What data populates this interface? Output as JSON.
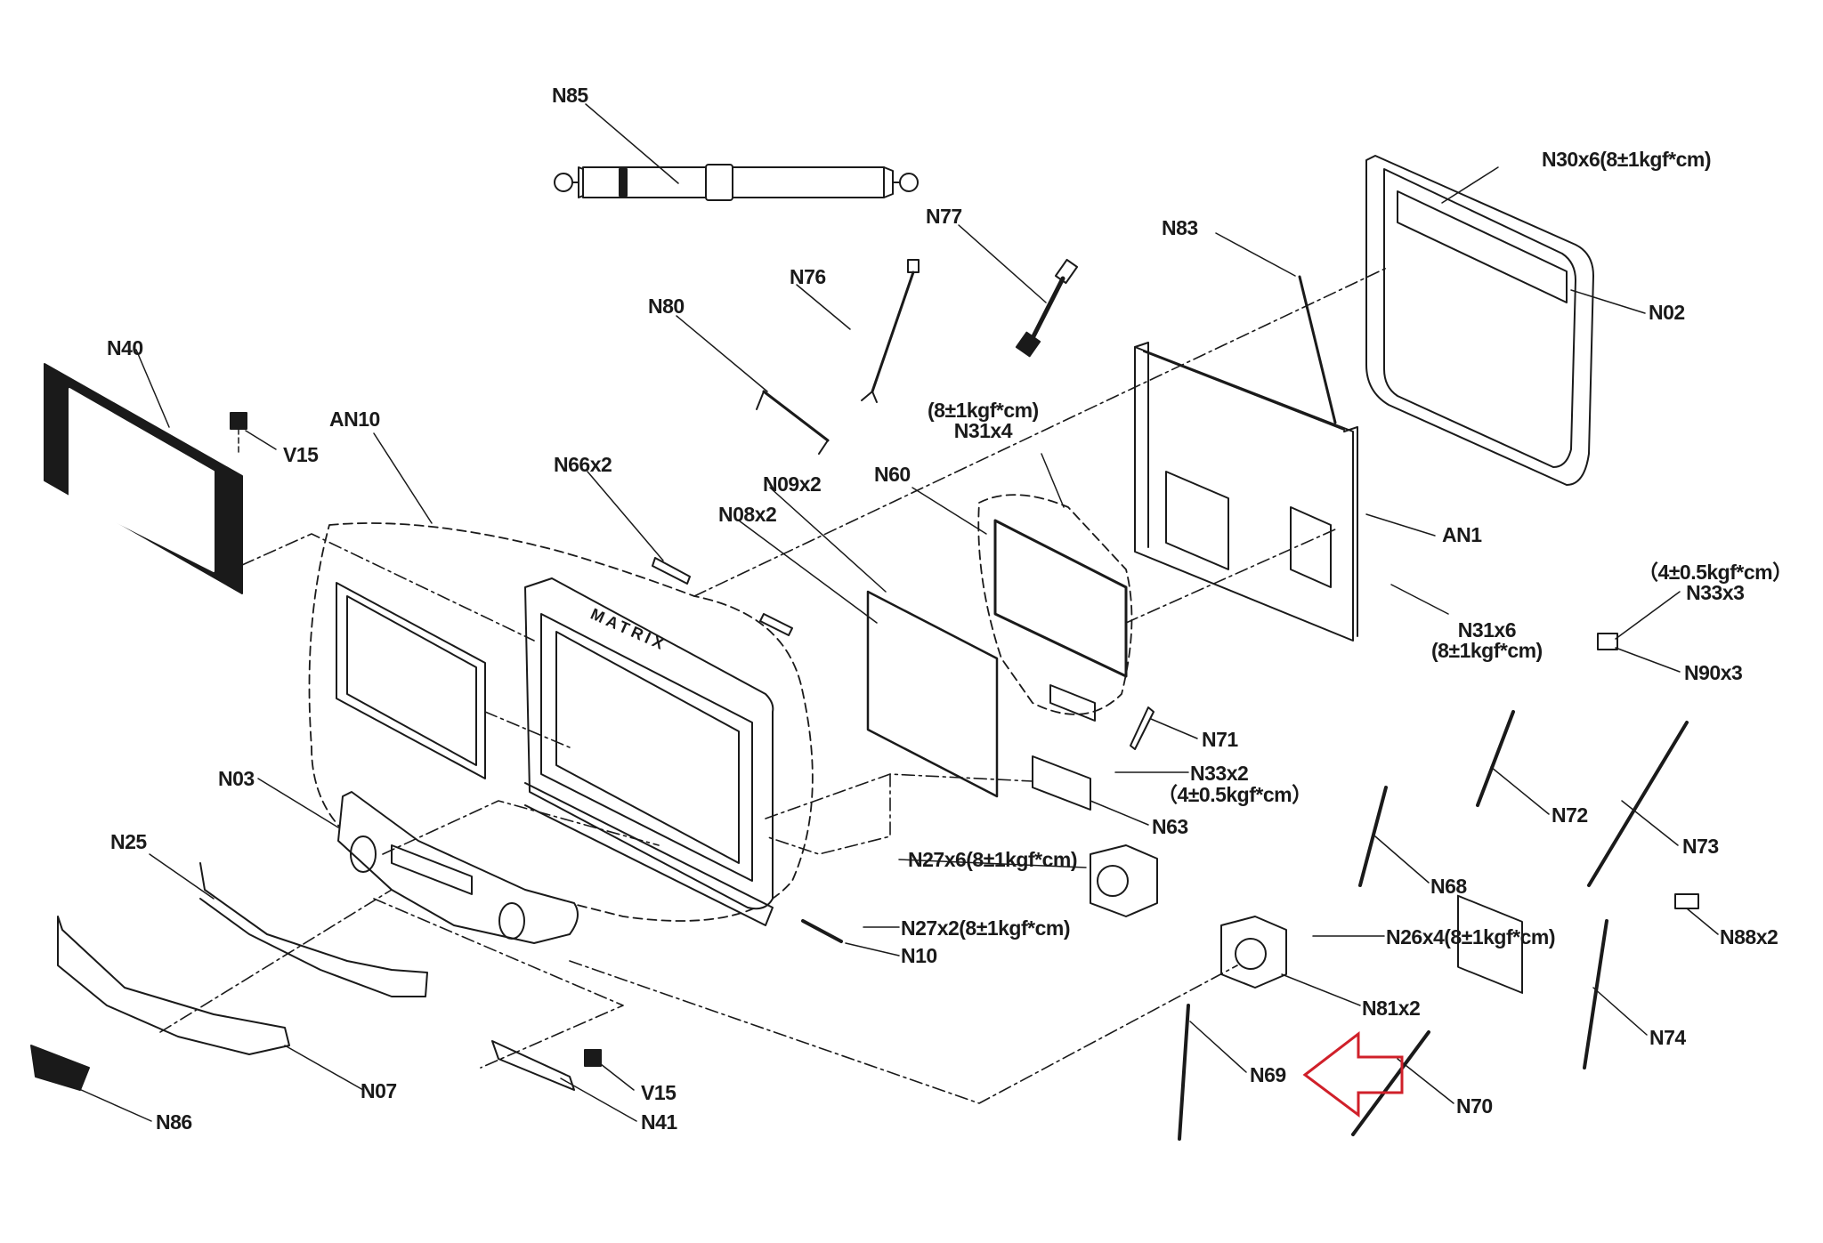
{
  "diagram": {
    "type": "exploded-parts-diagram",
    "brand_mark": "MATRIX",
    "accent_color": "#d0202a",
    "line_color": "#1a1a1a",
    "highlighted_part": "N69",
    "labels": {
      "N85": "N85",
      "N77": "N77",
      "N76": "N76",
      "N80": "N80",
      "N83": "N83",
      "N30": "N30x6(8±1kgf*cm)",
      "N02": "N02",
      "N40": "N40",
      "V15_top": "V15",
      "AN10": "AN10",
      "N66": "N66x2",
      "N09": "N09x2",
      "N08": "N08x2",
      "N60": "N60",
      "N31x4_torque": "(8±1kgf*cm)",
      "N31x4": "N31x4",
      "AN1": "AN1",
      "N31x6": "N31x6",
      "N31x6_torque": "(8±1kgf*cm)",
      "N33x3_torque": "（4±0.5kgf*cm）",
      "N33x3": "N33x3",
      "N90": "N90x3",
      "N71": "N71",
      "N33x2": "N33x2",
      "N33x2_torque": "（4±0.5kgf*cm）",
      "N63": "N63",
      "N03": "N03",
      "N25": "N25",
      "N27x6": "N27x6(8±1kgf*cm)",
      "N27x2": "N27x2(8±1kgf*cm)",
      "N10": "N10",
      "N72": "N72",
      "N73": "N73",
      "N68": "N68",
      "N88": "N88x2",
      "N26": "N26x4(8±1kgf*cm)",
      "N81": "N81x2",
      "N74": "N74",
      "N07": "N07",
      "N86": "N86",
      "V15_bottom": "V15",
      "N41": "N41",
      "N69": "N69",
      "N70": "N70"
    }
  }
}
